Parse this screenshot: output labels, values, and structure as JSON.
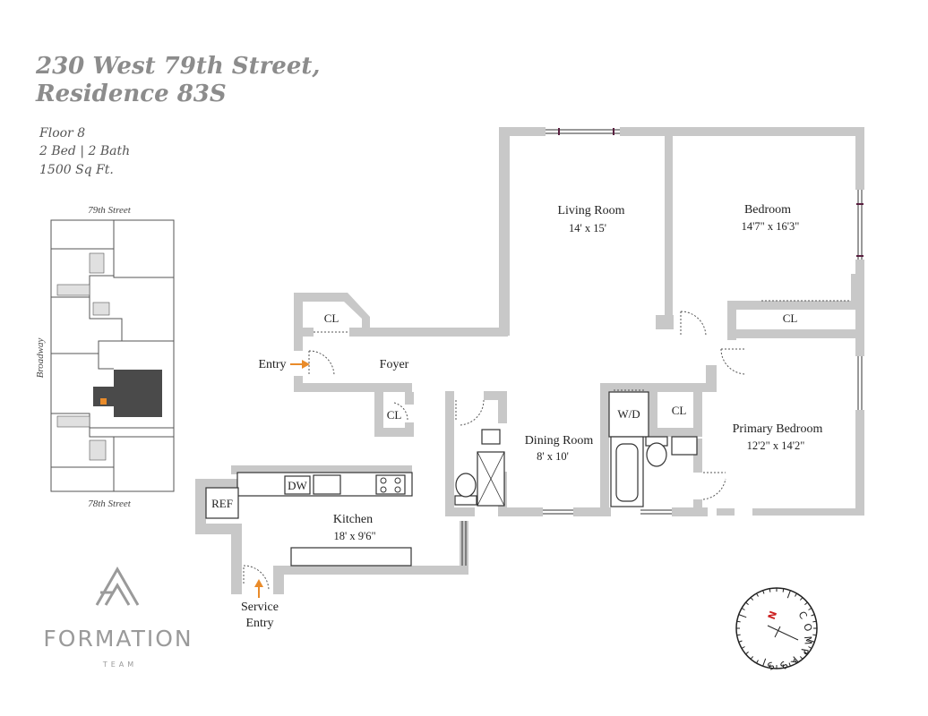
{
  "header": {
    "title_line1": "230 West 79th Street,",
    "title_line2": "Residence 83S",
    "floor": "Floor 8",
    "beds_baths": "2 Bed | 2 Bath",
    "size": "1500 Sq Ft."
  },
  "keyplan": {
    "top_street": "79th Street",
    "bottom_street": "78th Street",
    "side_street": "Broadway"
  },
  "rooms": {
    "living_room": {
      "name": "Living Room",
      "dims": "14' x 15'"
    },
    "bedroom": {
      "name": "Bedroom",
      "dims": "14'7\" x 16'3\""
    },
    "primary_bedroom": {
      "name": "Primary Bedroom",
      "dims": "12'2\" x 14'2\""
    },
    "dining_room": {
      "name": "Dining Room",
      "dims": "8' x 10'"
    },
    "kitchen": {
      "name": "Kitchen",
      "dims": "18' x 9'6\""
    },
    "foyer": {
      "name": "Foyer"
    }
  },
  "labels": {
    "closet": "CL",
    "washer_dryer": "W/D",
    "dishwasher": "DW",
    "refrigerator": "REF",
    "entry": "Entry",
    "service_line1": "Service",
    "service_line2": "Entry"
  },
  "branding": {
    "name": "FORMATION",
    "sub": "TEAM"
  },
  "compass": {
    "north": "N",
    "letters": [
      "C",
      "O",
      "M",
      "P",
      "A",
      "S",
      "S"
    ]
  },
  "colors": {
    "wall": "#c8c8c8",
    "arrow": "#e98b2a",
    "keyplan_unit": "#4a4a4a",
    "compass_north": "#cc2222"
  }
}
